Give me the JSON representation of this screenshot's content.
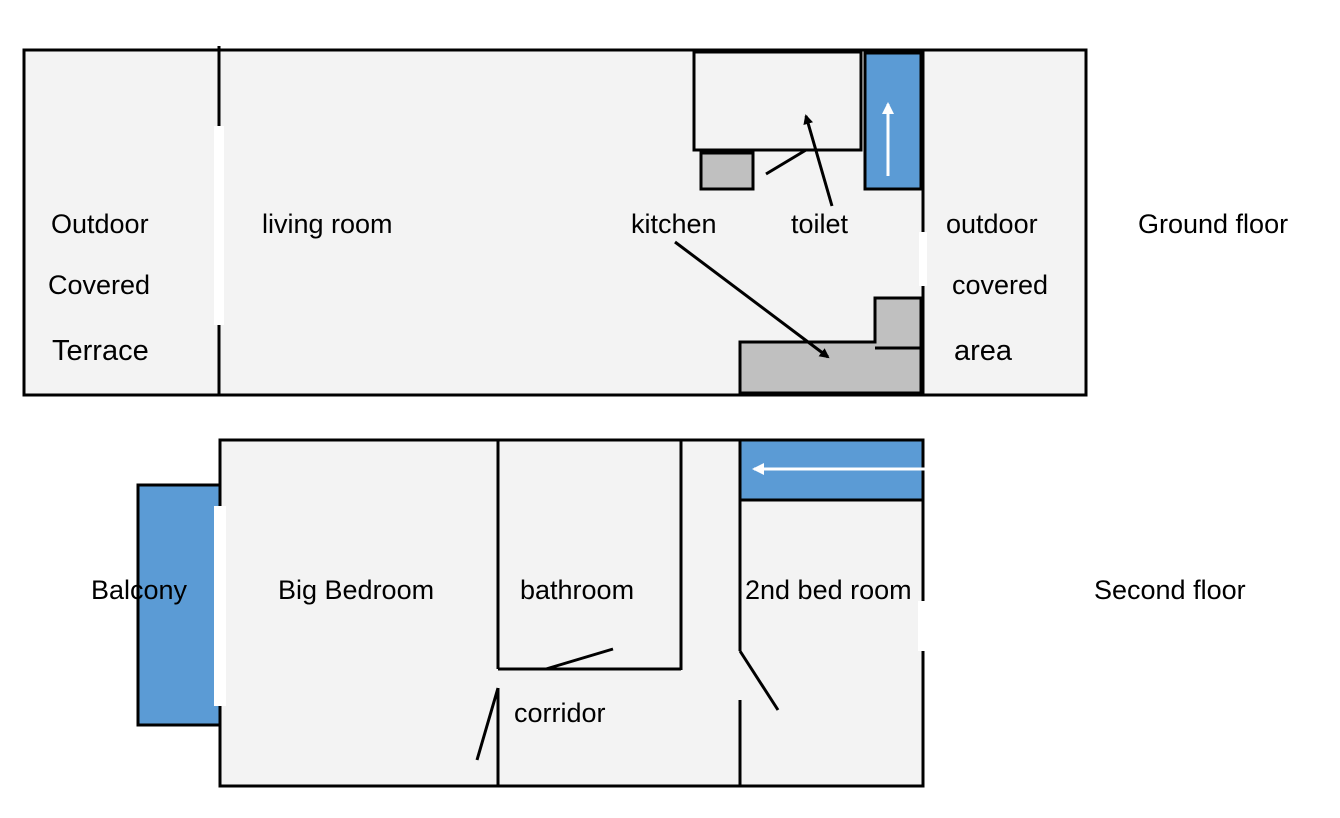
{
  "colors": {
    "floor_fill": "#f3f3f3",
    "wall": "#000000",
    "blue": "#5b9bd5",
    "counter": "#c0c0c0",
    "arrow_white": "#ffffff"
  },
  "ground_floor": {
    "floor_label": "Ground floor",
    "rooms": {
      "terrace_line1": "Outdoor",
      "terrace_line2": "Covered",
      "terrace_line3": "Terrace",
      "living": "living room",
      "kitchen": "kitchen",
      "toilet": "toilet",
      "outdoor_line1": "outdoor",
      "outdoor_line2": "covered",
      "outdoor_line3": "area"
    }
  },
  "second_floor": {
    "floor_label": "Second floor",
    "rooms": {
      "balcony": "Balcony",
      "big_bedroom": "Big Bedroom",
      "bathroom": "bathroom",
      "second_bedroom": "2nd bed room",
      "corridor": "corridor"
    }
  }
}
